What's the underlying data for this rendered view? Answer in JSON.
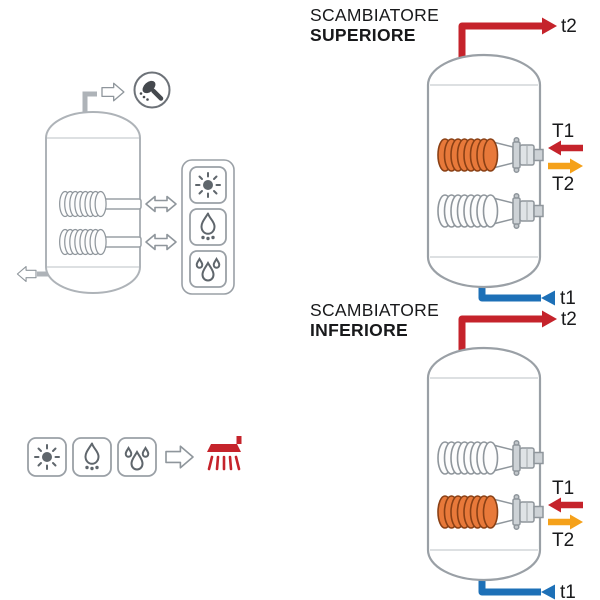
{
  "diagrams": {
    "upper": {
      "title_line1": "SCAMBIATORE",
      "title_line2": "SUPERIORE",
      "labels": {
        "top_out": "t2",
        "coil_in": "T1",
        "coil_out": "T2",
        "bottom_in": "t1"
      }
    },
    "lower": {
      "title_line1": "SCAMBIATORE",
      "title_line2": "INFERIORE",
      "labels": {
        "top_out": "t2",
        "coil_in": "T1",
        "coil_out": "T2",
        "bottom_in": "t1"
      }
    }
  },
  "legend": {
    "tank_output_icon": "shower-icon",
    "energy_source_icons": [
      "sun-icon",
      "flame-icon",
      "water-drops-icon"
    ],
    "flow_icons": [
      "double-arrow-icon",
      "block-arrow-icon"
    ],
    "result_icon": "red-shower-icon"
  },
  "colors": {
    "hot_flow": "#c5232b",
    "cold_flow": "#1d70b7",
    "return_flow": "#f5a11a",
    "coil_active": "#e8793a",
    "outline_gray": "#9aa0a6",
    "text": "#18191b"
  }
}
